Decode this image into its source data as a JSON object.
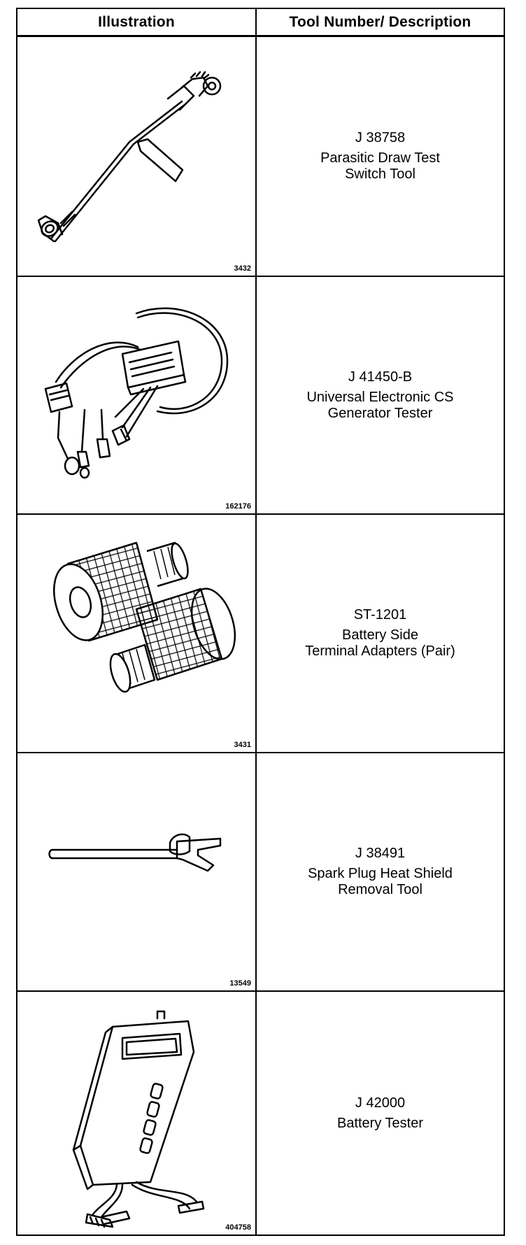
{
  "header": {
    "col1": "Illustration",
    "col2": "Tool Number/ Description"
  },
  "rows": [
    {
      "code": "3432",
      "number": "J 38758",
      "line1": "Parasitic Draw Test",
      "line2": "Switch Tool",
      "icon": "parasitic-draw-switch-icon"
    },
    {
      "code": "162176",
      "number": "J 41450-B",
      "line1": "Universal Electronic CS",
      "line2": "Generator Tester",
      "icon": "generator-tester-icon"
    },
    {
      "code": "3431",
      "number": "ST-1201",
      "line1": "Battery Side",
      "line2": "Terminal Adapters (Pair)",
      "icon": "terminal-adapters-icon"
    },
    {
      "code": "13549",
      "number": "J 38491",
      "line1": "Spark Plug Heat Shield",
      "line2": "Removal Tool",
      "icon": "heat-shield-tool-icon"
    },
    {
      "code": "404758",
      "number": "J 42000",
      "line1": "Battery Tester",
      "line2": "",
      "icon": "battery-tester-icon"
    }
  ]
}
